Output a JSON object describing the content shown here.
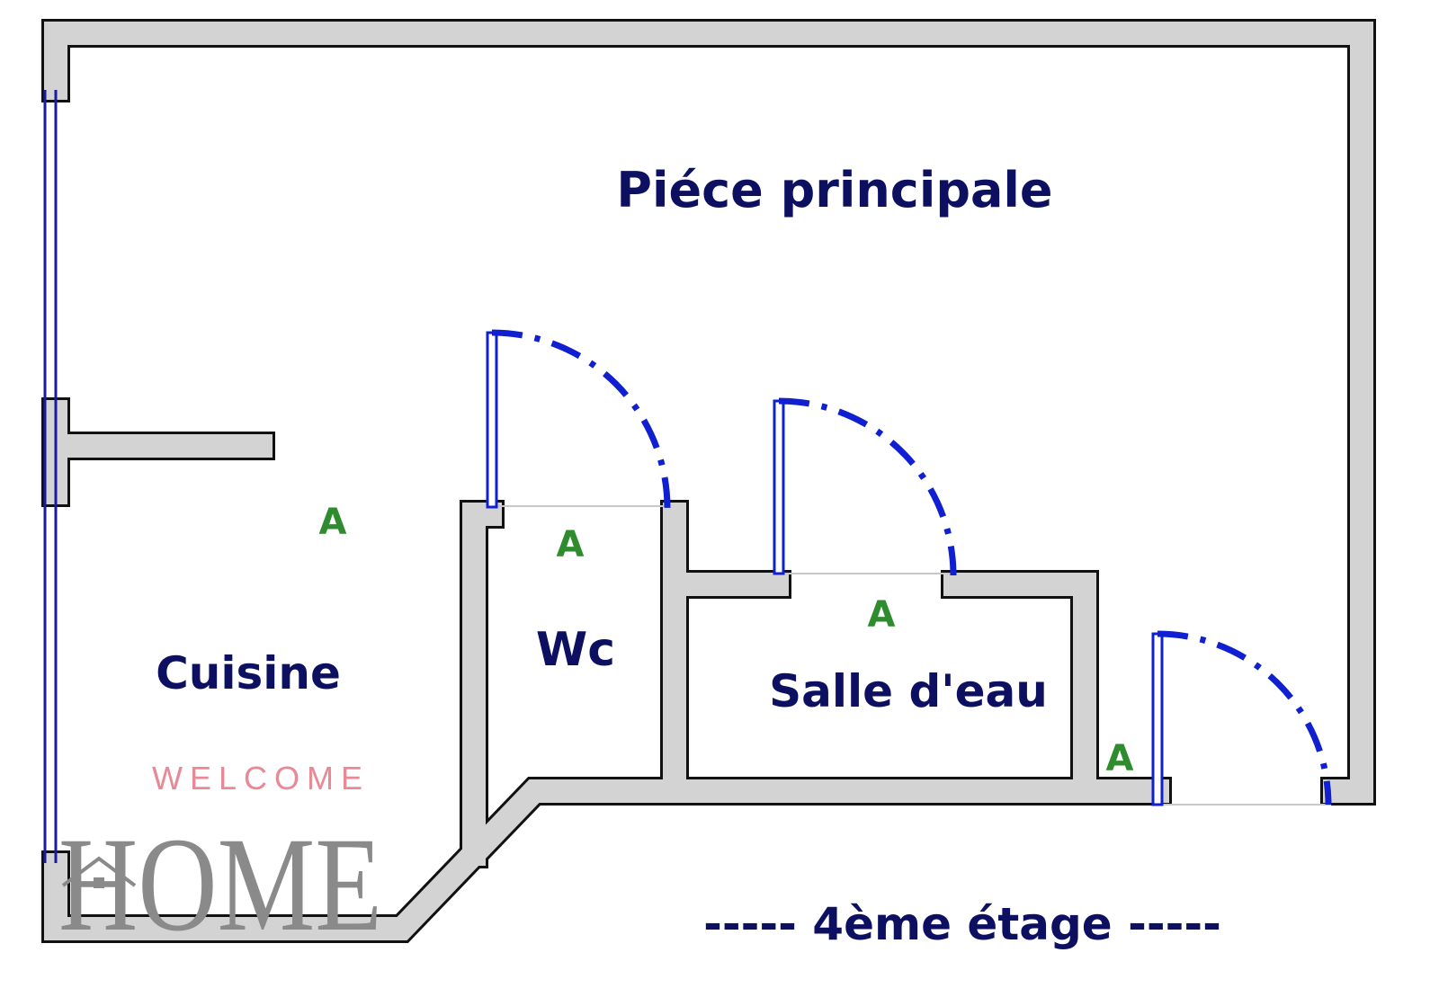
{
  "rooms": {
    "main": "Piéce principale",
    "kitchen": "Cuisine",
    "wc": "Wc",
    "bathroom": "Salle d'eau"
  },
  "markers": [
    "A",
    "A",
    "A",
    "A"
  ],
  "floor_label": "----- 4ème étage -----",
  "logo": {
    "top": "WELCOME",
    "bottom": "HOME"
  },
  "colors": {
    "wall": "#d3d3d3",
    "room_text": "#0d1060",
    "marker": "#2e8b2e",
    "door": "#1020d0",
    "logo_pink": "#e88a96",
    "logo_gray": "#8a8a8a"
  }
}
